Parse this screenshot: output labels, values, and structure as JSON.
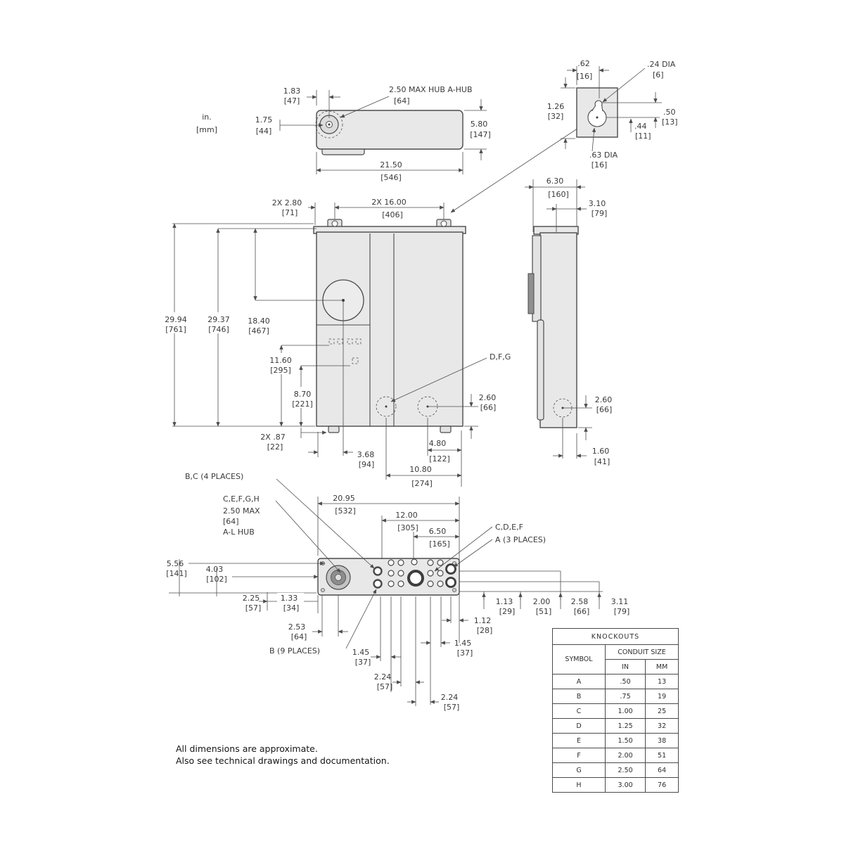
{
  "units": {
    "in": "in.",
    "mm": "[mm]"
  },
  "notes": {
    "line1": "All dimensions are approximate.",
    "line2": "Also see technical drawings and documentation."
  },
  "labels": {
    "dfg": "D,F,G",
    "bc4": "B,C (4 PLACES)",
    "hub1": "C,E,F,G,H",
    "hub2": "2.50 MAX",
    "hub3": "[64]",
    "hub4": "A-L HUB",
    "cdef": "C,D,E,F",
    "a3": "A (3 PLACES)",
    "b9": "B (9 PLACES)"
  },
  "dims": {
    "d1_83": {
      "v": "1.83",
      "mm": "[47]"
    },
    "d1_75": {
      "v": "1.75",
      "mm": "[44]"
    },
    "d2_50hub": {
      "v": "2.50 MAX HUB A-HUB",
      "mm": "[64]"
    },
    "d5_80": {
      "v": "5.80",
      "mm": "[147]"
    },
    "d21_50": {
      "v": "21.50",
      "mm": "[546]"
    },
    "d_62": {
      "v": ".62",
      "mm": "[16]"
    },
    "d_24": {
      "v": ".24 DIA",
      "mm": "[6]"
    },
    "d1_26": {
      "v": "1.26",
      "mm": "[32]"
    },
    "d_44": {
      "v": ".44",
      "mm": "[11]"
    },
    "d_50": {
      "v": ".50",
      "mm": "[13]"
    },
    "d_63": {
      "v": ".63 DIA",
      "mm": "[16]"
    },
    "d2x2_80": {
      "v": "2X 2.80",
      "mm": "[71]"
    },
    "d2x16": {
      "v": "2X 16.00",
      "mm": "[406]"
    },
    "d29_94": {
      "v": "29.94",
      "mm": "[761]"
    },
    "d29_37": {
      "v": "29.37",
      "mm": "[746]"
    },
    "d18_40": {
      "v": "18.40",
      "mm": "[467]"
    },
    "d11_60": {
      "v": "11.60",
      "mm": "[295]"
    },
    "d8_70": {
      "v": "8.70",
      "mm": "[221]"
    },
    "d2x_87": {
      "v": "2X .87",
      "mm": "[22]"
    },
    "d3_68": {
      "v": "3.68",
      "mm": "[94]"
    },
    "d4_80": {
      "v": "4.80",
      "mm": "[122]"
    },
    "d10_80": {
      "v": "10.80",
      "mm": "[274]"
    },
    "d2_60f": {
      "v": "2.60",
      "mm": "[66]"
    },
    "d6_30": {
      "v": "6.30",
      "mm": "[160]"
    },
    "d3_10": {
      "v": "3.10",
      "mm": "[79]"
    },
    "d2_60s": {
      "v": "2.60",
      "mm": "[66]"
    },
    "d1_60": {
      "v": "1.60",
      "mm": "[41]"
    },
    "d20_95": {
      "v": "20.95",
      "mm": "[532]"
    },
    "d12_00": {
      "v": "12.00",
      "mm": "[305]"
    },
    "d6_50": {
      "v": "6.50",
      "mm": "[165]"
    },
    "d5_56": {
      "v": "5.56",
      "mm": "[141]"
    },
    "d4_03": {
      "v": "4.03",
      "mm": "[102]"
    },
    "d2_25": {
      "v": "2.25",
      "mm": "[57]"
    },
    "d1_33": {
      "v": "1.33",
      "mm": "[34]"
    },
    "d2_53": {
      "v": "2.53",
      "mm": "[64]"
    },
    "d1_45a": {
      "v": "1.45",
      "mm": "[37]"
    },
    "d2_24a": {
      "v": "2.24",
      "mm": "[57]"
    },
    "d2_24b": {
      "v": "2.24",
      "mm": "[57]"
    },
    "d1_45b": {
      "v": "1.45",
      "mm": "[37]"
    },
    "d1_12": {
      "v": "1.12",
      "mm": "[28]"
    },
    "d1_13": {
      "v": "1.13",
      "mm": "[29]"
    },
    "d2_00": {
      "v": "2.00",
      "mm": "[51]"
    },
    "d2_58": {
      "v": "2.58",
      "mm": "[66]"
    },
    "d3_11": {
      "v": "3.11",
      "mm": "[79]"
    }
  },
  "table": {
    "title": "KNOCKOUTS",
    "col_symbol": "SYMBOL",
    "col_conduit": "CONDUIT SIZE",
    "col_in": "IN",
    "col_mm": "MM",
    "rows": [
      [
        "A",
        ".50",
        "13"
      ],
      [
        "B",
        ".75",
        "19"
      ],
      [
        "C",
        "1.00",
        "25"
      ],
      [
        "D",
        "1.25",
        "32"
      ],
      [
        "E",
        "1.50",
        "38"
      ],
      [
        "F",
        "2.00",
        "51"
      ],
      [
        "G",
        "2.50",
        "64"
      ],
      [
        "H",
        "3.00",
        "76"
      ]
    ]
  }
}
